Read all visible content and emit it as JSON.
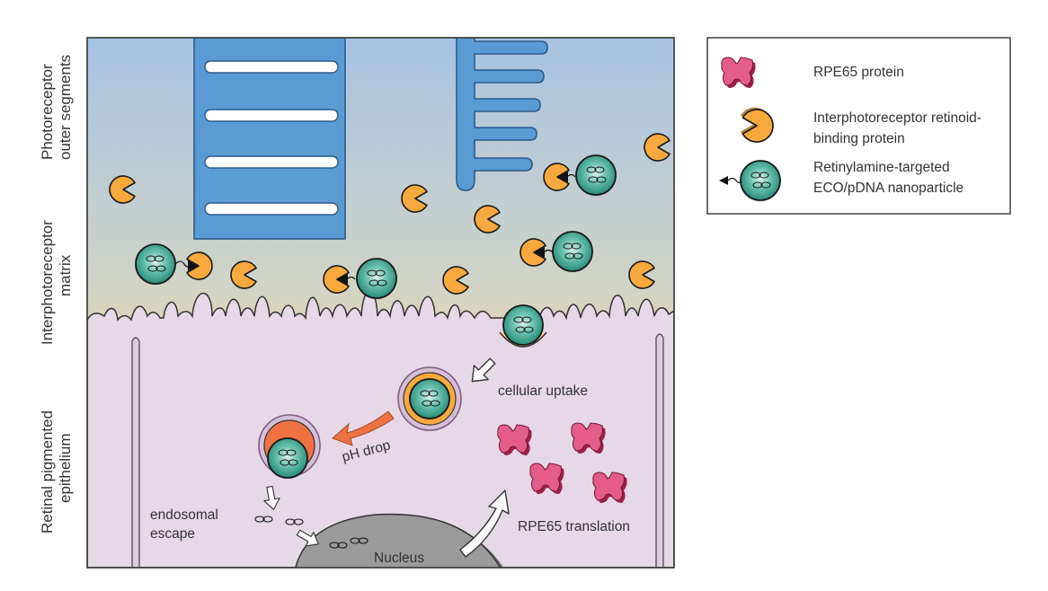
{
  "side_labels": {
    "photoreceptor": [
      "Photoreceptor",
      "outer segments"
    ],
    "matrix": [
      "Interphotoreceptor",
      "matrix"
    ],
    "rpe": [
      "Retinal pigmented",
      "epithelium"
    ]
  },
  "annotations": {
    "cellular_uptake": "cellular uptake",
    "ph_drop": "pH drop",
    "endosomal_escape": [
      "endosomal",
      "escape"
    ],
    "nucleus": "Nucleus",
    "rpe65_translation": "RPE65 translation"
  },
  "legend": {
    "rpe65": [
      "RPE65 protein"
    ],
    "irbp": [
      "Interphotoreceptor retinoid-",
      "binding protein"
    ],
    "nanoparticle": [
      "Retinylamine-targeted",
      "ECO/pDNA nanoparticle"
    ]
  },
  "colors": {
    "top_blue": "#a8c4e2",
    "matrix_yellow": "#fad69a",
    "rpe_lilac": "#e6d9e7",
    "disc_blue": "#5b9bd3",
    "irbp_orange": "#f7a93e",
    "nanoparticle_teal": "#2f9e8a",
    "rpe65_pink": "#e45c8a",
    "endosome_orange": "#ee7242",
    "nucleus_gray": "#9a9a9a"
  },
  "icons": [
    "rpe65-protein-icon",
    "irbp-pacman-icon",
    "nanoparticle-icon",
    "arrow-icon"
  ]
}
